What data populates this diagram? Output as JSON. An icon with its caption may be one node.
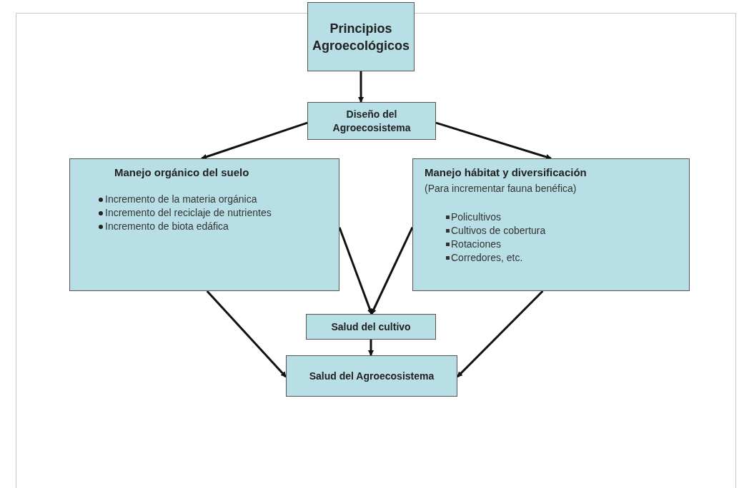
{
  "diagram": {
    "nodes": [
      {
        "text": [
          "Principios Agroecológicos"
        ]
      },
      {
        "text": [
          "Diseño del Agroecosistema"
        ]
      },
      {
        "text": [
          "Manejo orgánico del suelo",
          "Incremento de la materia orgánica",
          "Incremento del reciclaje de nutrientes",
          "Incremento de biota edáfica"
        ]
      },
      {
        "text": [
          "Manejo hábitat y diversificación",
          "(Para incrementar fauna benéfica)",
          "Policultivos",
          "Cultivos de cobertura",
          "Rotaciones",
          "Corredores, etc."
        ]
      },
      {
        "text": [
          "Salud del cultivo"
        ]
      },
      {
        "text": [
          "Salud del Agroecosistema"
        ]
      }
    ],
    "edges": [
      {
        "from": 0,
        "to": 1,
        "arrow": "to"
      },
      {
        "from": 1,
        "to": 2,
        "arrow": "to"
      },
      {
        "from": 1,
        "to": 3,
        "arrow": "to"
      },
      {
        "from": 2,
        "to": 4,
        "arrow": "to"
      },
      {
        "from": 3,
        "to": 4,
        "arrow": "to"
      },
      {
        "from": 4,
        "to": 5,
        "arrow": "to"
      },
      {
        "from": 2,
        "to": 5,
        "arrow": "to"
      },
      {
        "from": 3,
        "to": 5,
        "arrow": "to"
      }
    ]
  }
}
